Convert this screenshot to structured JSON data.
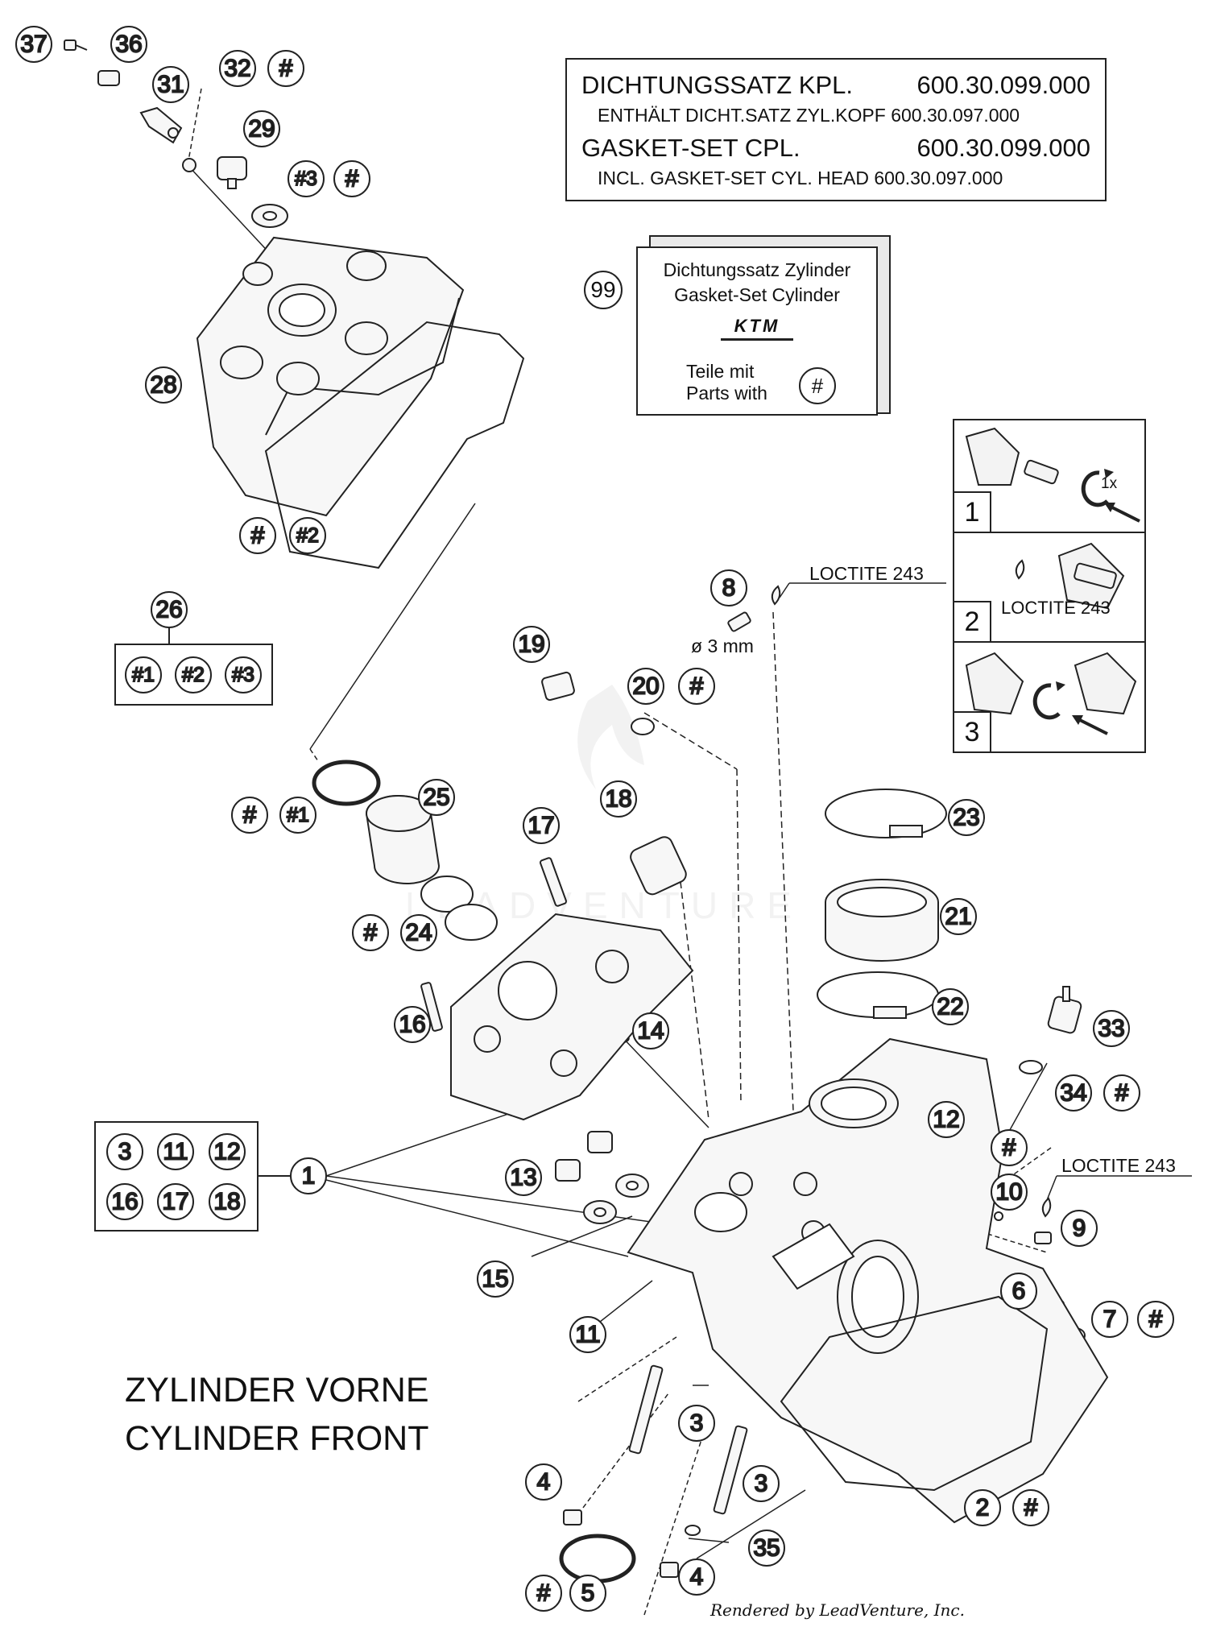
{
  "gasket_box": {
    "line1_name": "DICHTUNGSSATZ KPL.",
    "line1_number": "600.30.099.000",
    "line2": "ENTHÄLT DICHT.SATZ ZYL.KOPF 600.30.097.000",
    "line3_name": "GASKET-SET CPL.",
    "line3_number": "600.30.099.000",
    "line4": "INCL. GASKET-SET CYL. HEAD 600.30.097.000"
  },
  "cylinder_kit": {
    "callout": "99",
    "line1": "Dichtungssatz Zylinder",
    "line2": "Gasket-Set Cylinder",
    "brand": "KTM",
    "line3": "Teile mit",
    "line4": "Parts with",
    "symbol": "#"
  },
  "steps": [
    {
      "number": "1",
      "note": "1x"
    },
    {
      "number": "2",
      "note": "LOCTITE 243"
    },
    {
      "number": "3",
      "note": ""
    }
  ],
  "labels": {
    "loctite_top": "LOCTITE 243",
    "loctite_right": "LOCTITE 243",
    "diameter": "ø 3 mm",
    "title_de": "ZYLINDER VORNE",
    "title_en": "CYLINDER FRONT",
    "watermark": "LEADVENTURE",
    "credit": "Rendered by LeadVenture, Inc."
  },
  "set_26": {
    "callout": "26",
    "items": [
      "#1",
      "#2",
      "#3"
    ]
  },
  "set_1": {
    "callout": "1",
    "items": [
      "3",
      "11",
      "12",
      "16",
      "17",
      "18"
    ]
  },
  "callouts": [
    "37",
    "36",
    "31",
    "32",
    "#",
    "29",
    "#3",
    "#",
    "28",
    "#",
    "#2",
    "8",
    "19",
    "20",
    "#",
    "#",
    "#1",
    "25",
    "18",
    "17",
    "23",
    "21",
    "#",
    "24",
    "22",
    "16",
    "14",
    "33",
    "34",
    "#",
    "12",
    "#",
    "1",
    "13",
    "10",
    "9",
    "15",
    "11",
    "6",
    "7",
    "#",
    "3",
    "3",
    "4",
    "2",
    "#",
    "35",
    "#",
    "5",
    "4"
  ],
  "colors": {
    "line": "#222222",
    "part_fill": "#f7f7f7",
    "watermark": "#e6e6e6"
  }
}
